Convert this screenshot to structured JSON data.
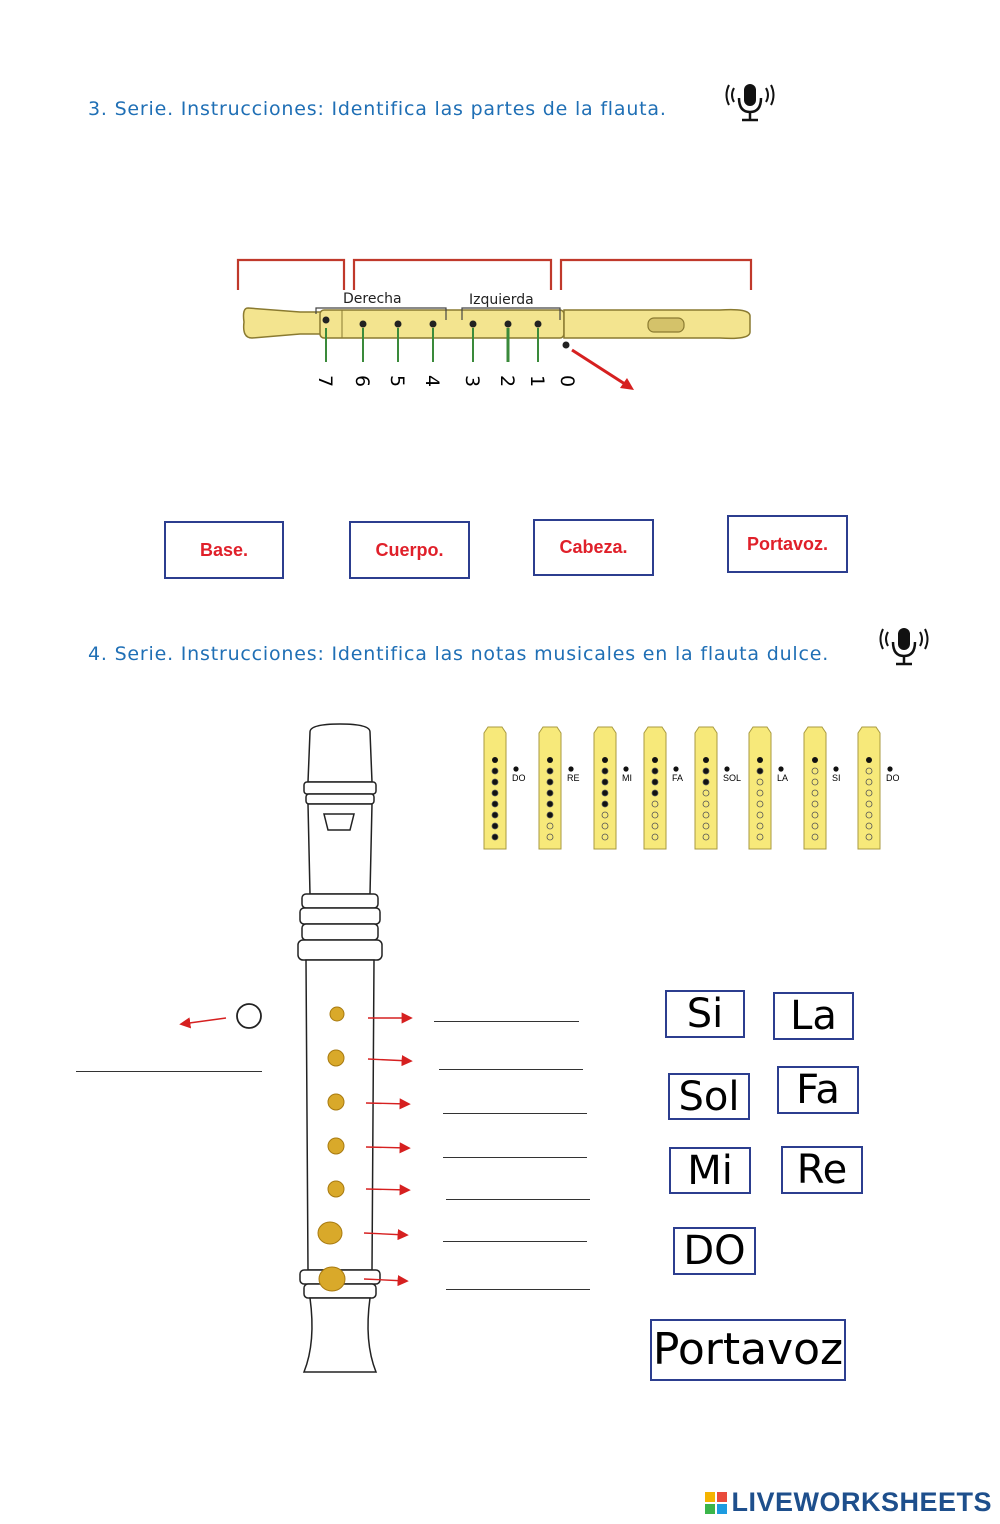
{
  "section3": {
    "heading": "3. Serie. Instrucciones: Identifica las partes de la flauta.",
    "diagram_labels": {
      "right": "Derecha",
      "left": "Izquierda"
    },
    "hole_numbers": [
      "7",
      "6",
      "5",
      "4",
      "3",
      "2",
      "1",
      "0"
    ],
    "parts": [
      "Base.",
      "Cuerpo.",
      "Cabeza.",
      "Portavoz."
    ]
  },
  "section4": {
    "heading": "4. Serie. Instrucciones: Identifica las notas musicales en la flauta dulce.",
    "fingering_notes": [
      "DO",
      "RE",
      "MI",
      "FA",
      "SOL",
      "LA",
      "SI",
      "DO"
    ],
    "note_options": [
      "Si",
      "La",
      "Sol",
      "Fa",
      "Mi",
      "Re",
      "DO",
      "Portavoz"
    ]
  },
  "footer": {
    "brand": "LIVEWORKSHEETS"
  },
  "colors": {
    "heading": "#1f6fb5",
    "part_text": "#e0202a",
    "box_border": "#2c3e8f",
    "flute": "#f3e48f",
    "bracket": "#c0392b"
  }
}
